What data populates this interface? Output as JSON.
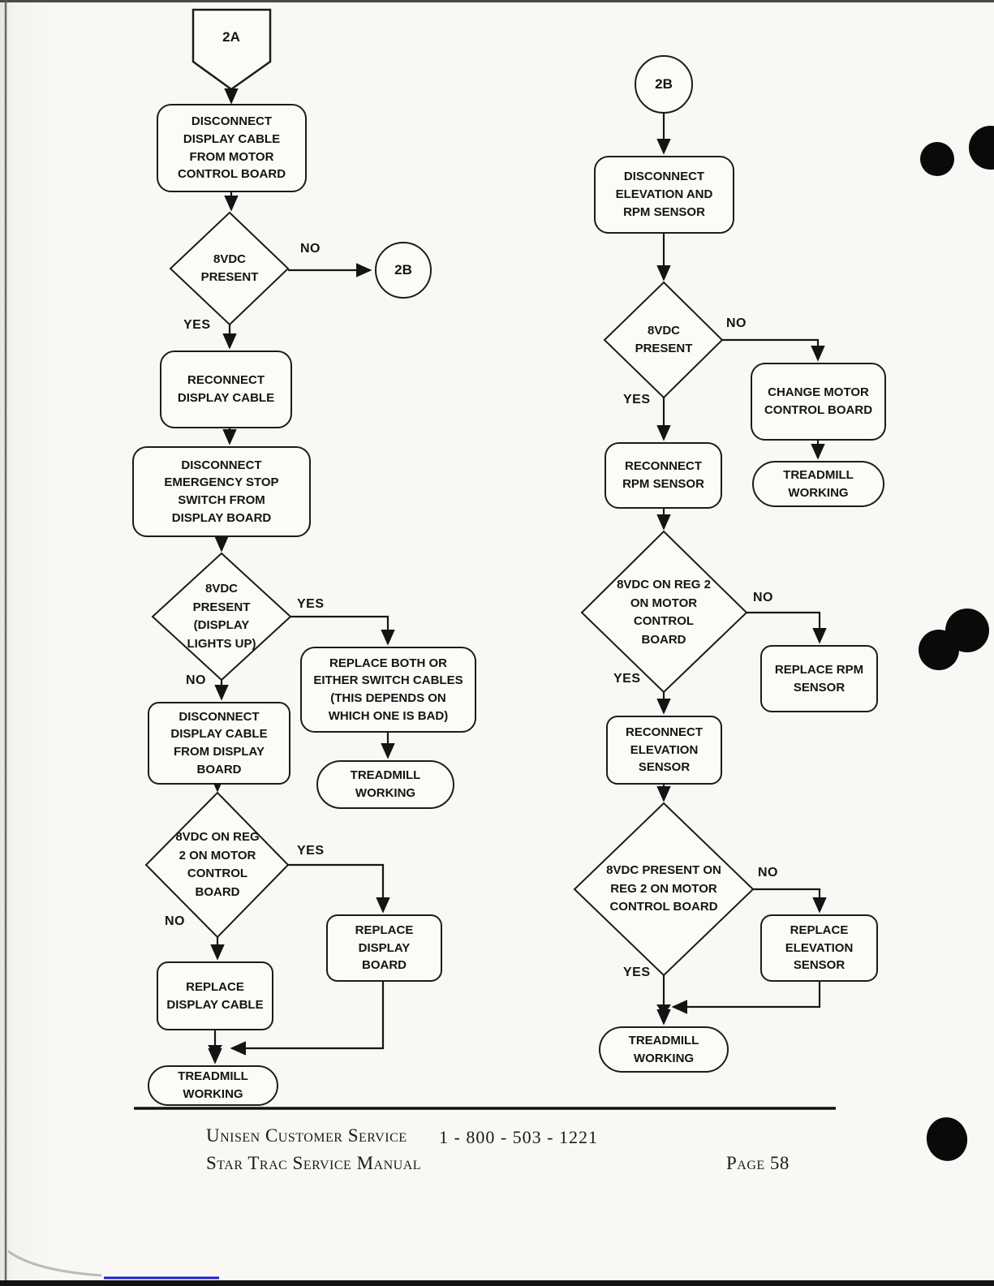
{
  "page": {
    "ink_color": "#1c1c1c",
    "underline_color": "#1b1bd6",
    "footer": {
      "service_line": "Unisen Customer Service",
      "phone": "1 - 800 - 503 - 1221",
      "manual_line": "Star Trac Service Manual",
      "page_number": "Page 58"
    }
  },
  "labels": {
    "yes": "YES",
    "no": "NO"
  },
  "flow_left": {
    "entry_connector": "2A",
    "disconnect_display_motor": "DISCONNECT DISPLAY CABLE FROM MOTOR CONTROL BOARD",
    "decision_8vdc": "8VDC PRESENT",
    "goto_connector": "2B",
    "reconnect_display_cable": "RECONNECT DISPLAY CABLE",
    "disconnect_estop": "DISCONNECT EMERGENCY STOP SWITCH FROM DISPLAY BOARD",
    "decision_display_lights": "8VDC PRESENT (DISPLAY LIGHTS UP)",
    "replace_switch_cables": "REPLACE BOTH OR EITHER SWITCH CABLES (THIS DEPENDS ON WHICH ONE IS BAD)",
    "treadmill_working_a": "TREADMILL WORKING",
    "disconnect_display_board": "DISCONNECT DISPLAY CABLE FROM DISPLAY BOARD",
    "decision_reg2": "8VDC ON REG 2 ON MOTOR CONTROL BOARD",
    "replace_display_board": "REPLACE DISPLAY BOARD",
    "replace_display_cable": "REPLACE DISPLAY CABLE",
    "treadmill_working_b": "TREADMILL WORKING"
  },
  "flow_right": {
    "entry_connector": "2B",
    "disconnect_elev_rpm": "DISCONNECT ELEVATION AND RPM SENSOR",
    "decision_8vdc": "8VDC PRESENT",
    "change_motor_board": "CHANGE MOTOR CONTROL BOARD",
    "treadmill_working_a": "TREADMILL WORKING",
    "reconnect_rpm": "RECONNECT RPM SENSOR",
    "decision_reg2": "8VDC ON REG 2 ON MOTOR CONTROL BOARD",
    "replace_rpm": "REPLACE RPM SENSOR",
    "reconnect_elev": "RECONNECT ELEVATION SENSOR",
    "decision_present_reg2": "8VDC PRESENT ON REG 2 ON MOTOR CONTROL BOARD",
    "replace_elev": "REPLACE ELEVATION SENSOR",
    "treadmill_working_b": "TREADMILL WORKING"
  }
}
